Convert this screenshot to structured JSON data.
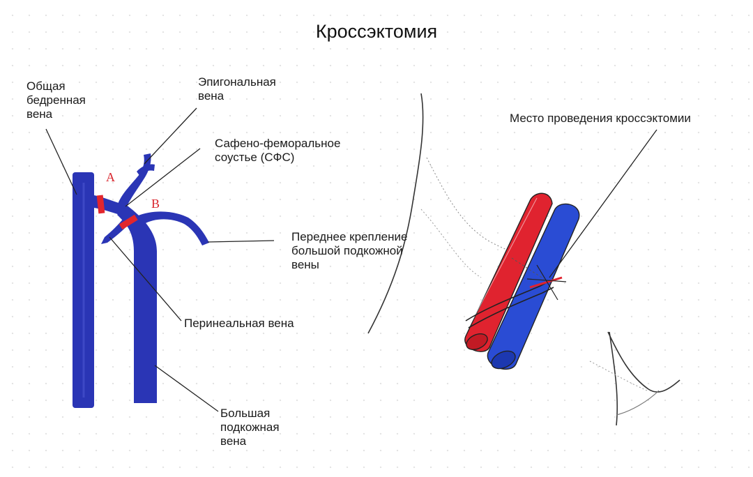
{
  "title": "Кроссэктомия",
  "labels": {
    "common_femoral": [
      "Общая",
      "бедренная",
      "вена"
    ],
    "epigastric": [
      "Эпигональная",
      "вена"
    ],
    "sfj": [
      "Сафено-феморальное",
      "соустье (СФС)"
    ],
    "anterior": [
      "Переднее крепление",
      "большой подкожной",
      "вены"
    ],
    "perineal": "Перинеальная вена",
    "great_saphenous": [
      "Большая",
      "подкожная",
      "вена"
    ],
    "crossectomy_site": "Место проведения кроссэктомии"
  },
  "markers": {
    "a": "A",
    "b": "B"
  },
  "colors": {
    "vein_blue": "#2a35b5",
    "artery_red": "#e0232f",
    "ligature_red": "#e2262d",
    "leader_line": "#222222"
  }
}
